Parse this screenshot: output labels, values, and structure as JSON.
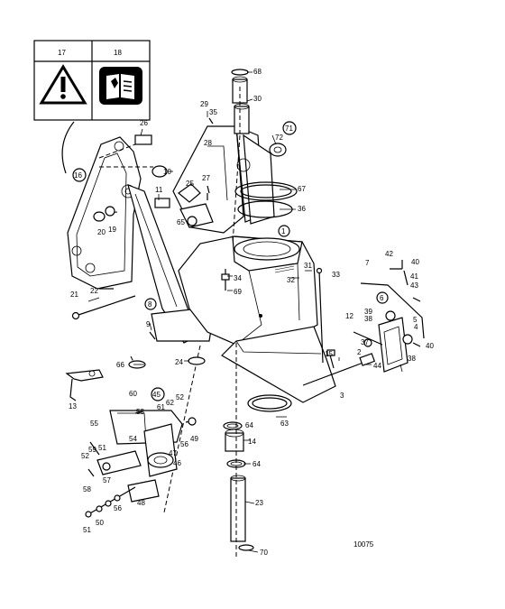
{
  "legend": {
    "symbols": [
      {
        "number": "17",
        "icon": "warning-triangle-icon"
      },
      {
        "number": "18",
        "icon": "read-manual-icon"
      }
    ]
  },
  "circled_refs": [
    "16",
    "1",
    "71",
    "6",
    "8",
    "45"
  ],
  "part_labels": [
    "68",
    "30",
    "29",
    "35",
    "26",
    "28",
    "72",
    "10",
    "25",
    "27",
    "11",
    "67",
    "20",
    "19",
    "65",
    "36",
    "42",
    "40",
    "7",
    "41",
    "43",
    "21",
    "22",
    "34",
    "69",
    "31",
    "33",
    "32",
    "5",
    "9",
    "39",
    "38",
    "12",
    "37",
    "4",
    "40",
    "66",
    "24",
    "15",
    "2",
    "44",
    "38",
    "13",
    "60",
    "62",
    "52",
    "3",
    "53",
    "61",
    "64",
    "63",
    "55",
    "54",
    "49",
    "59",
    "51",
    "47",
    "56",
    "14",
    "52",
    "58",
    "46",
    "57",
    "64",
    "48",
    "56",
    "50",
    "51",
    "23",
    "70"
  ],
  "drawing_number": "10075"
}
